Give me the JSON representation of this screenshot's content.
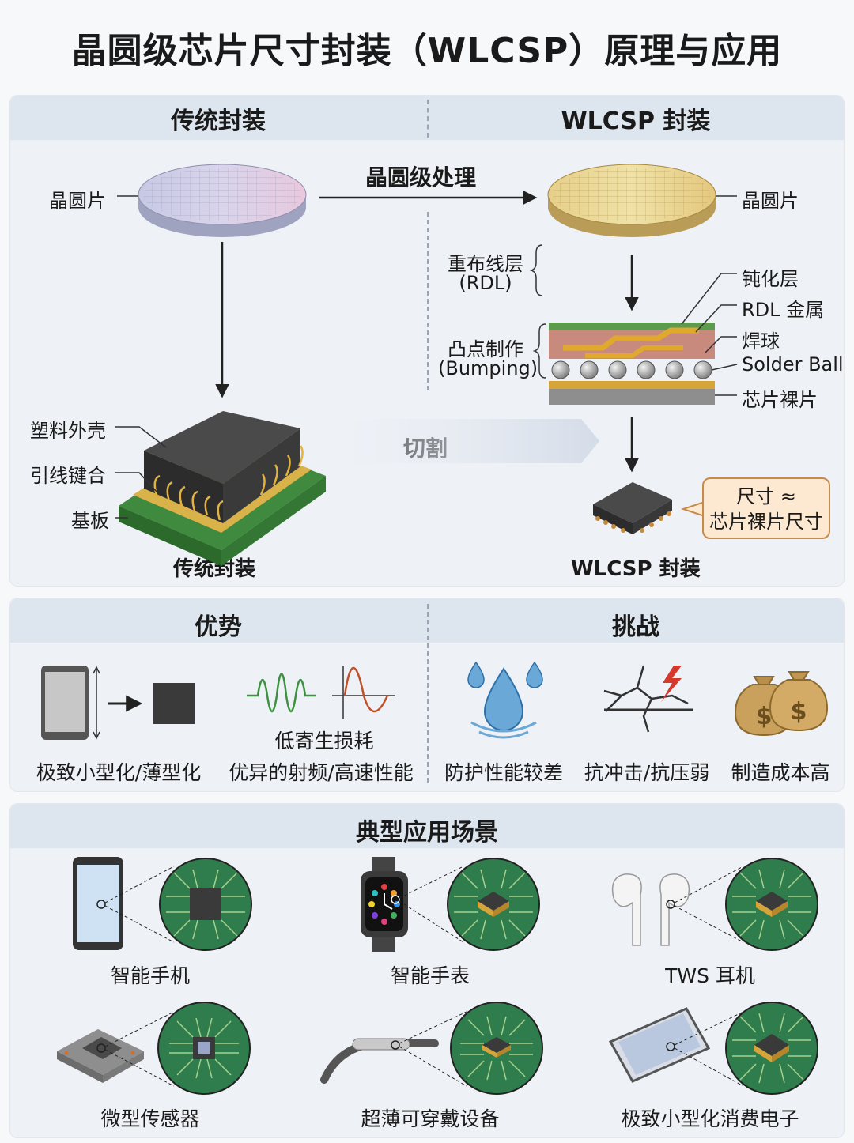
{
  "title": "晶圆级芯片尺寸封装（WLCSP）原理与应用",
  "process": {
    "left_header": "传统封装",
    "right_header": "WLCSP 封装",
    "wafer_level_label": "晶圆级处理",
    "left_wafer_label": "晶圆片",
    "right_wafer_label": "晶圆片",
    "rdl_label": "重布线层",
    "rdl_abbr": "(RDL)",
    "bumping_label": "凸点制作",
    "bumping_abbr": "(Bumping)",
    "passivation": "钝化层",
    "rdl_metal": "RDL 金属",
    "solder_ball_cn": "焊球",
    "solder_ball_en": "Solder Ball",
    "bare_die": "芯片裸片",
    "dicing_label": "切割",
    "plastic_case": "塑料外壳",
    "wire_bond": "引线键合",
    "substrate": "基板",
    "traditional_caption": "传统封装",
    "wlcsp_caption": "WLCSP 封装",
    "callout_line1": "尺寸 ≈",
    "callout_line2": "芯片裸片尺寸"
  },
  "advantages": {
    "header": "优势",
    "items": [
      "极致小型化/薄型化",
      "优异的射频/高速性能"
    ],
    "sub_label": "低寄生损耗"
  },
  "challenges": {
    "header": "挑战",
    "items": [
      "防护性能较差",
      "抗冲击/抗压弱",
      "制造成本高"
    ]
  },
  "applications": {
    "header": "典型应用场景",
    "items": [
      "智能手机",
      "智能手表",
      "TWS 耳机",
      "微型传感器",
      "超薄可穿戴设备",
      "极致小型化消费电子"
    ]
  },
  "colors": {
    "panel": "#eef1f6",
    "header": "#dde5ef",
    "pcb_green": "#2f7d4c",
    "gold": "#d6a53a",
    "callout_bg": "#fde9d2"
  }
}
